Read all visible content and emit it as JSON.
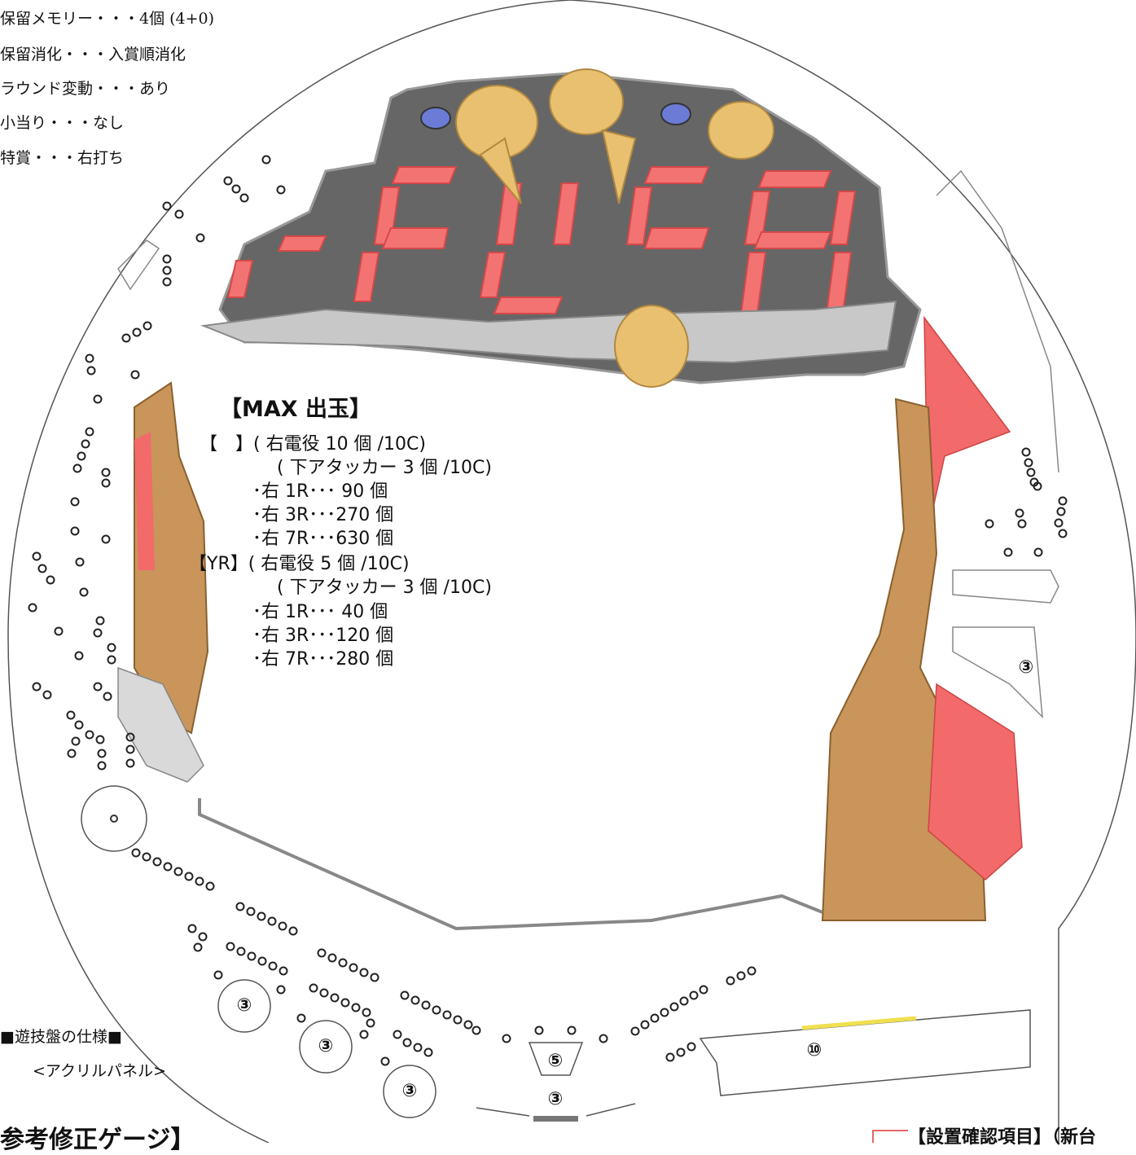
{
  "specs": [
    "保留メモリー・・・4個 (4+0)",
    "保留消化・・・入賞順消化",
    "ラウンド変動・・・あり",
    "小当り・・・なし",
    "特賞・・・右打ち"
  ],
  "max_payout": {
    "title": "【MAX 出玉】",
    "lines": [
      "【　】( 右電役 10 個 /10C)",
      "( 下アタッカー 3 個 /10C)",
      "･右 1R･･･  90 個",
      "･右 3R･･･270 個",
      "･右 7R･･･630 個",
      "【YR】( 右電役 5 個 /10C)",
      "( 下アタッカー 3 個 /10C)",
      "･右 1R･･･  40 個",
      "･右 3R･･･120 個",
      "･右 7R･･･280 個"
    ]
  },
  "pocket_labels": {
    "p3_right": "③",
    "p3_a": "③",
    "p3_b": "③",
    "p3_c": "③",
    "p5_center": "⑤",
    "p3_center": "③",
    "p10_attacker": "⑩"
  },
  "footer": {
    "board_spec_heading": "■遊技盤の仕様■",
    "acrylic_panel": "<アクリルパネル>",
    "reference_gauge": "参考修正ゲージ】",
    "install_check": "【設置確認項目】（新台"
  },
  "colors": {
    "board_outline": "#555555",
    "gray_part": "#666666",
    "light_gray": "#d9d9d9",
    "red_panel": "#f26a6a",
    "flame_tan": "#c9955a",
    "gold": "#e8c070",
    "attacker_bar": "#f0e050"
  }
}
